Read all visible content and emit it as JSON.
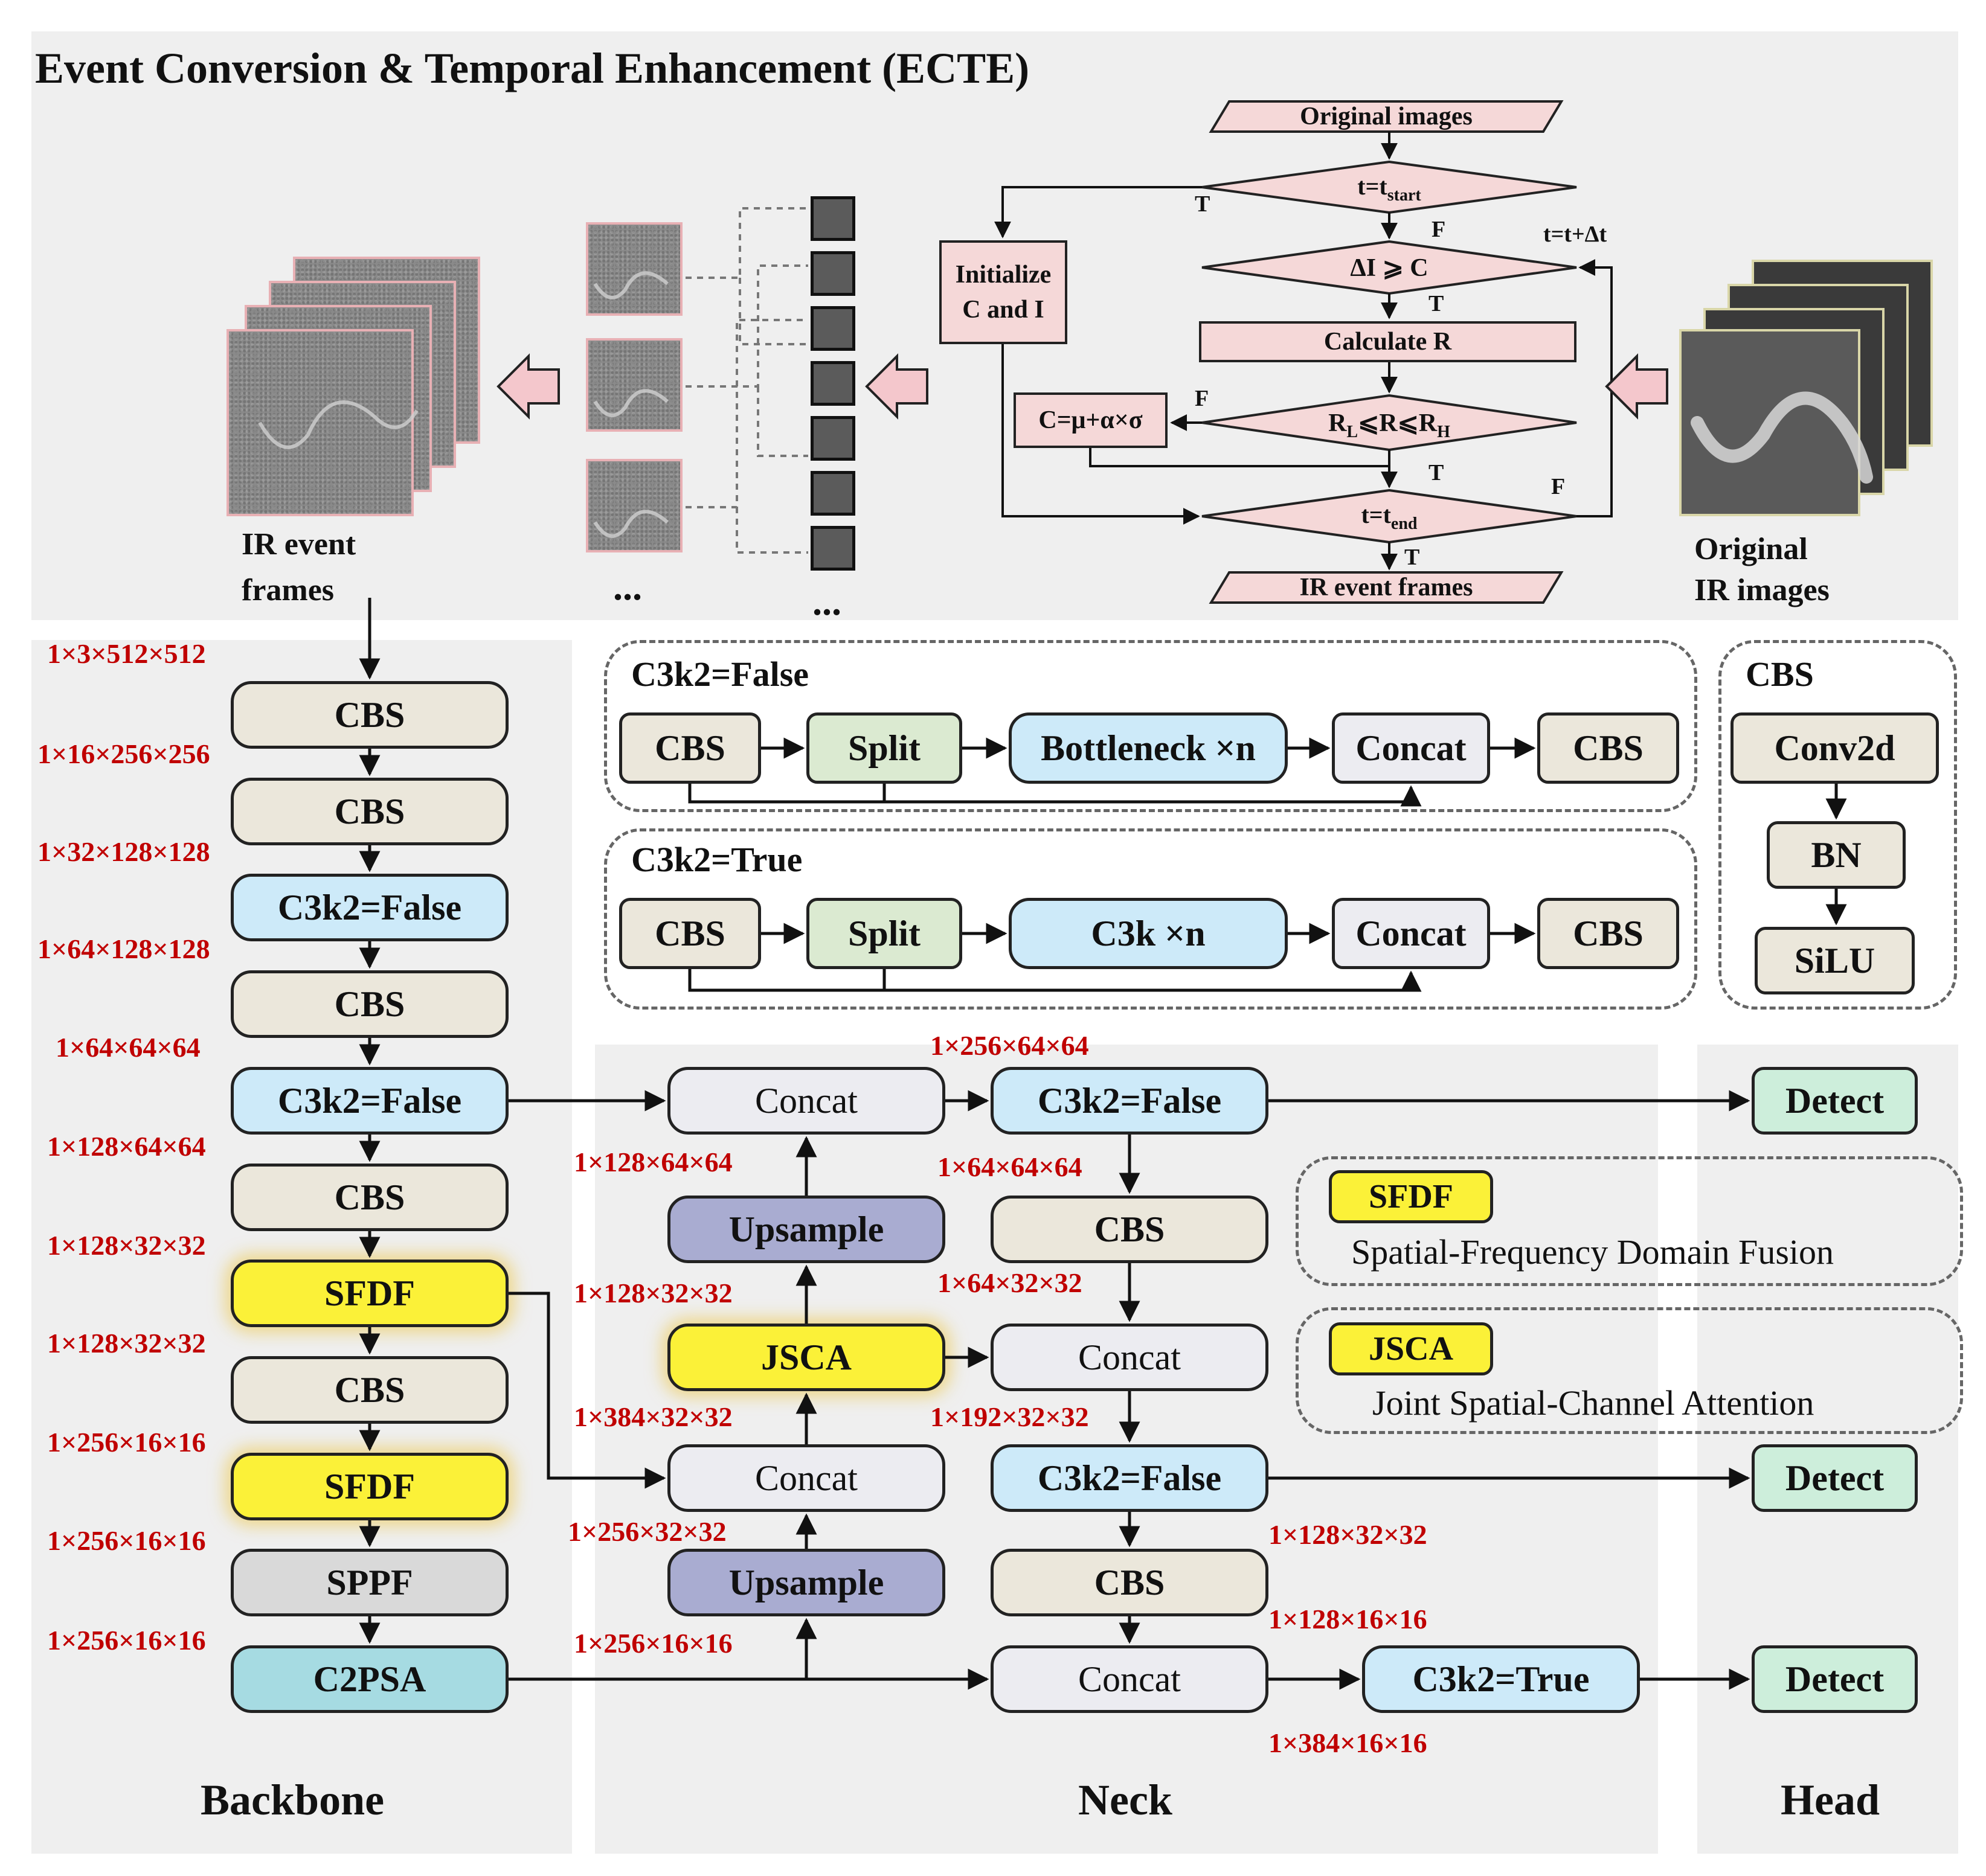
{
  "ecte": {
    "title": "Event Conversion & Temporal Enhancement (ECTE)",
    "ir_event_frames_label": [
      "IR event",
      "frames"
    ],
    "original_ir_label": [
      "Original",
      "IR images"
    ],
    "dots": "...",
    "flow": {
      "original_images": "Original images",
      "t_start": "t=t",
      "t_start_sub": "start",
      "delta_cond": "ΔI ⩾ C",
      "calc_r": "Calculate R",
      "range_cond_a": "R",
      "range_cond_a_sub": "L",
      "range_cond_mid": "⩽R⩽R",
      "range_cond_b_sub": "H",
      "t_end": "t=t",
      "t_end_sub": "end",
      "ir_event_frames": "IR event frames",
      "initialize": [
        "Initialize",
        "C and I"
      ],
      "c_update": "C=μ+α×σ",
      "t_inc": "t=t+Δt",
      "T": "T",
      "F": "F"
    }
  },
  "c3k2_false_module": {
    "title": "C3k2=False",
    "blocks": [
      "CBS",
      "Split",
      "Bottleneck ×n",
      "Concat",
      "CBS"
    ]
  },
  "c3k2_true_module": {
    "title": "C3k2=True",
    "blocks": [
      "CBS",
      "Split",
      "C3k ×n",
      "Concat",
      "CBS"
    ]
  },
  "cbs_module": {
    "title": "CBS",
    "blocks": [
      "Conv2d",
      "BN",
      "SiLU"
    ]
  },
  "backbone": {
    "title": "Backbone",
    "blocks": [
      "CBS",
      "CBS",
      "C3k2=False",
      "CBS",
      "C3k2=False",
      "CBS",
      "SFDF",
      "CBS",
      "SFDF",
      "SPPF",
      "C2PSA"
    ],
    "shapes": [
      "1×3×512×512",
      "1×16×256×256",
      "1×32×128×128",
      "1×64×128×128",
      "1×64×64×64",
      "1×128×64×64",
      "1×128×32×32",
      "1×128×32×32",
      "1×256×16×16",
      "1×256×16×16",
      "1×256×16×16"
    ]
  },
  "neck": {
    "title": "Neck",
    "left_col": [
      "Concat",
      "Upsample",
      "JSCA",
      "Concat",
      "Upsample"
    ],
    "right_col": [
      "C3k2=False",
      "CBS",
      "Concat",
      "C3k2=False",
      "CBS",
      "Concat"
    ],
    "c3k2_true": "C3k2=True",
    "shapes": {
      "top": "1×256×64×64",
      "l1": "1×128×64×64",
      "r1": "1×64×64×64",
      "l2": "1×128×32×32",
      "r2": "1×64×32×32",
      "l3": "1×384×32×32",
      "r3": "1×192×32×32",
      "l4": "1×256×32×32",
      "r4": "1×128×32×32",
      "l5": "1×256×16×16",
      "r5": "1×128×16×16",
      "bottom": "1×384×16×16"
    }
  },
  "head": {
    "title": "Head",
    "blocks": [
      "Detect",
      "Detect",
      "Detect"
    ]
  },
  "legend": {
    "sfdf_tag": "SFDF",
    "sfdf_desc": "Spatial-Frequency Domain Fusion",
    "jsca_tag": "JSCA",
    "jsca_desc": "Joint Spatial-Channel Attention"
  }
}
